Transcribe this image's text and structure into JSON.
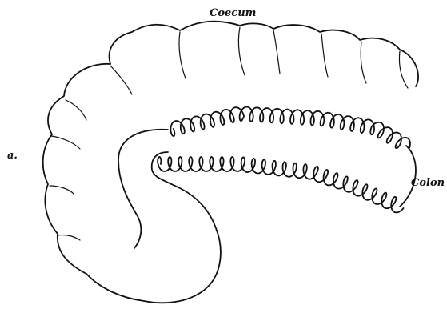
{
  "figure": {
    "panel_letter": "a.",
    "labels": {
      "coecum": "Coecum",
      "colon": "Colon"
    }
  }
}
